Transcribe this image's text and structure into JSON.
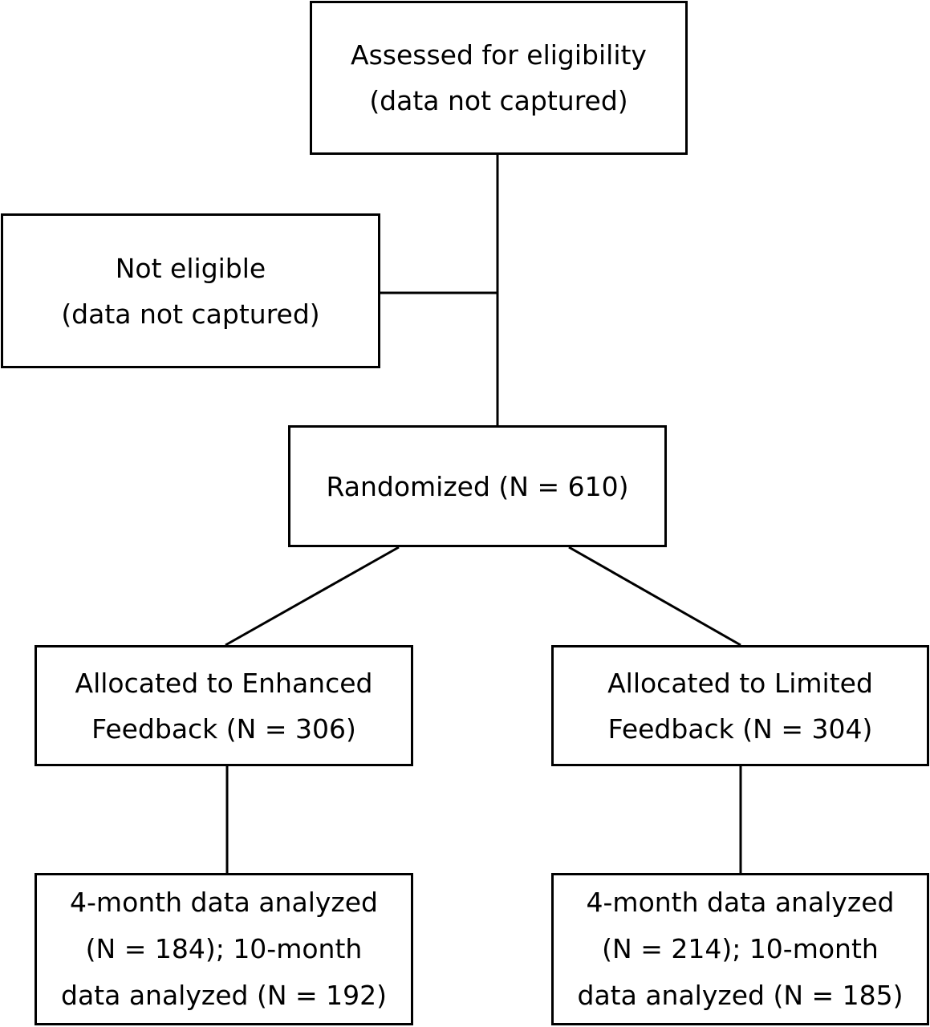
{
  "flowchart": {
    "assessed": "Assessed for eligibility\n(data not captured)",
    "not_eligible": "Not eligible\n(data not captured)",
    "randomized": "Randomized (N = 610)",
    "allocated_enhanced": "Allocated to Enhanced\nFeedback (N = 306)",
    "allocated_limited": "Allocated to Limited\nFeedback (N = 304)",
    "analyzed_enhanced": "4-month data analyzed\n(N = 184); 10-month\ndata analyzed (N = 192)",
    "analyzed_limited": "4-month data analyzed\n(N = 214); 10-month\ndata analyzed (N = 185)"
  }
}
